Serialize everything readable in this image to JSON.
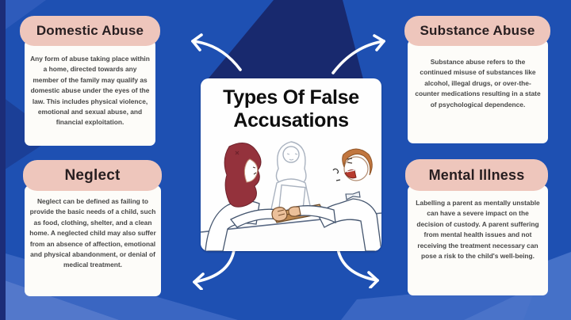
{
  "poster": {
    "title_line1": "Types Of False",
    "title_line2": "Accusations"
  },
  "cards": {
    "domestic_abuse": {
      "heading": "Domestic Abuse",
      "body": "Any form of abuse taking place within a home, directed towards any member of the family may qualify as domestic abuse under the eyes of the law. This includes physical violence, emotional and sexual abuse, and financial exploitation."
    },
    "substance_abuse": {
      "heading": "Substance Abuse",
      "body": "Substance abuse refers to the continued misuse of substances like alcohol, illegal drugs, or over-the-counter medications resulting in a state of psychological dependence."
    },
    "neglect": {
      "heading": "Neglect",
      "body": "Neglect can be defined as failing to provide the basic needs of a child, such as food, clothing, shelter, and a clean home. A neglected child may also suffer from an absence of affection, emotional and physical abandonment, or denial of medical treatment."
    },
    "mental_illness": {
      "heading": "Mental Illness",
      "body": "Labelling a parent as mentally unstable can have a severe impact on the decision of custody. A parent suffering from mental health issues and not receiving the treatment necessary can pose a risk to the child's well-being."
    }
  },
  "icons": {
    "arrow_top_left": "curved-arrow-up-left",
    "arrow_top_right": "curved-arrow-up-right",
    "arrow_bottom_left": "curved-arrow-down-left",
    "arrow_bottom_right": "curved-arrow-down-right"
  },
  "illustration": {
    "description": "Two parents arguing across a table while a mediator sits between them"
  },
  "colors": {
    "background": "#1e50b2",
    "background_dark": "#18296e",
    "background_light": "#3a66c2",
    "heading_bg": "#eec6bc",
    "heading_text": "#271e20",
    "body_bg": "#fdfcf9",
    "body_text": "#474747",
    "title_text": "#0e0e0e",
    "arrow": "#ffffff"
  }
}
